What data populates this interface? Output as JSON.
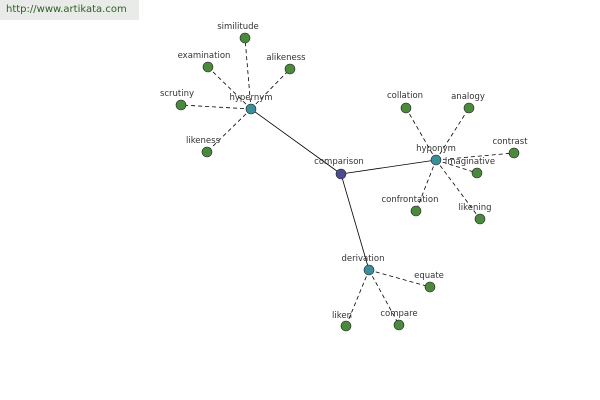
{
  "watermark": {
    "url": "http://www.artikata.com"
  },
  "graph": {
    "colors": {
      "root": "#4a4c8f",
      "hub": "#3d8e9b",
      "leaf": "#4b8a3c",
      "edge": "#000000"
    },
    "nodes": [
      {
        "id": "comparison",
        "label": "comparison",
        "kind": "root"
      },
      {
        "id": "hypernym",
        "label": "hypernym",
        "kind": "hub"
      },
      {
        "id": "hyponym",
        "label": "hyponym",
        "kind": "hub"
      },
      {
        "id": "derivation",
        "label": "derivation",
        "kind": "hub"
      },
      {
        "id": "similitude",
        "label": "similitude",
        "kind": "leaf"
      },
      {
        "id": "examination",
        "label": "examination",
        "kind": "leaf"
      },
      {
        "id": "alikeness",
        "label": "alikeness",
        "kind": "leaf"
      },
      {
        "id": "scrutiny",
        "label": "scrutiny",
        "kind": "leaf"
      },
      {
        "id": "likeness",
        "label": "likeness",
        "kind": "leaf"
      },
      {
        "id": "collation",
        "label": "collation",
        "kind": "leaf"
      },
      {
        "id": "analogy",
        "label": "analogy",
        "kind": "leaf"
      },
      {
        "id": "contrast",
        "label": "contrast",
        "kind": "leaf"
      },
      {
        "id": "imaginative",
        "label": "imaginative",
        "kind": "leaf"
      },
      {
        "id": "confrontation",
        "label": "confrontation",
        "kind": "leaf"
      },
      {
        "id": "likening",
        "label": "likening",
        "kind": "leaf"
      },
      {
        "id": "equate",
        "label": "equate",
        "kind": "leaf"
      },
      {
        "id": "liken",
        "label": "liken",
        "kind": "leaf"
      },
      {
        "id": "compare",
        "label": "compare",
        "kind": "leaf"
      }
    ],
    "edges": [
      {
        "from": "comparison",
        "to": "hypernym",
        "style": "solid"
      },
      {
        "from": "comparison",
        "to": "hyponym",
        "style": "solid"
      },
      {
        "from": "comparison",
        "to": "derivation",
        "style": "solid"
      },
      {
        "from": "hypernym",
        "to": "similitude",
        "style": "dashed"
      },
      {
        "from": "hypernym",
        "to": "examination",
        "style": "dashed"
      },
      {
        "from": "hypernym",
        "to": "alikeness",
        "style": "dashed"
      },
      {
        "from": "hypernym",
        "to": "scrutiny",
        "style": "dashed"
      },
      {
        "from": "hypernym",
        "to": "likeness",
        "style": "dashed"
      },
      {
        "from": "hyponym",
        "to": "collation",
        "style": "dashed"
      },
      {
        "from": "hyponym",
        "to": "analogy",
        "style": "dashed"
      },
      {
        "from": "hyponym",
        "to": "contrast",
        "style": "dashed"
      },
      {
        "from": "hyponym",
        "to": "imaginative",
        "style": "dashed"
      },
      {
        "from": "hyponym",
        "to": "confrontation",
        "style": "dashed"
      },
      {
        "from": "hyponym",
        "to": "likening",
        "style": "dashed"
      },
      {
        "from": "derivation",
        "to": "equate",
        "style": "dashed"
      },
      {
        "from": "derivation",
        "to": "liken",
        "style": "dashed"
      },
      {
        "from": "derivation",
        "to": "compare",
        "style": "dashed"
      }
    ]
  }
}
